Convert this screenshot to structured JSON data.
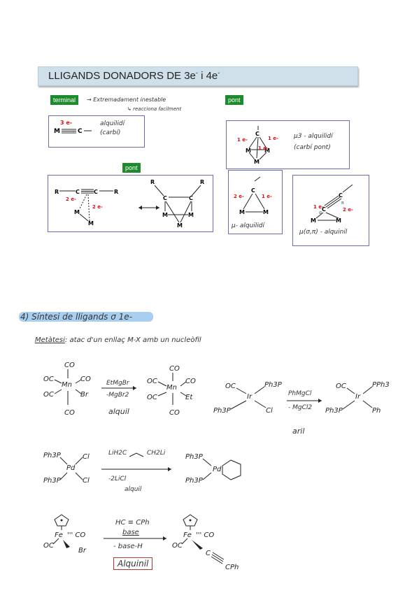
{
  "header": {
    "title": "LLIGANDS DONADORS DE 3e",
    "title_sup": "-",
    "title_tail": " i 4e",
    "title_tail_sup": "-"
  },
  "terminal": {
    "tag": "terminal",
    "note1": "Extremadament inestable",
    "note2": "reacciona facilment",
    "electrons": "3 e-",
    "name1": "alquilidí",
    "name2": "(carbí)"
  },
  "pont_top": {
    "tag": "pont",
    "label1": "μ3 - alquilidí",
    "label2": "(carbí pont)"
  },
  "pont_bottom": {
    "tag": "pont"
  },
  "mu_box": {
    "label": "μ- alquilidí"
  },
  "mu_alquinil": {
    "label": "μ(σ,π) - alquinil"
  },
  "section": {
    "title": "4) Síntesi de lligands σ 1e-",
    "metatesi_head": "Metàtesi",
    "metatesi_text": ": atac d'un enllaç M-X amb un nucleòfil"
  },
  "reactions": {
    "r1_reagent": "EtMgBr",
    "r1_byproduct": "-MgBr2",
    "r1_type": "alquil",
    "r2_reagent": "PhMgCl",
    "r2_byproduct": "- MgCl2",
    "r2_type": "aril",
    "r3_reagent_left": "LiH2C",
    "r3_reagent_right": "CH2Li",
    "r3_byproduct": "-2LiCl",
    "r3_type": "alquil",
    "r4_reagent": "HC ≡ CPh",
    "r4_base": "base",
    "r4_byproduct": "- base-H",
    "r4_type": "Alquinil"
  }
}
